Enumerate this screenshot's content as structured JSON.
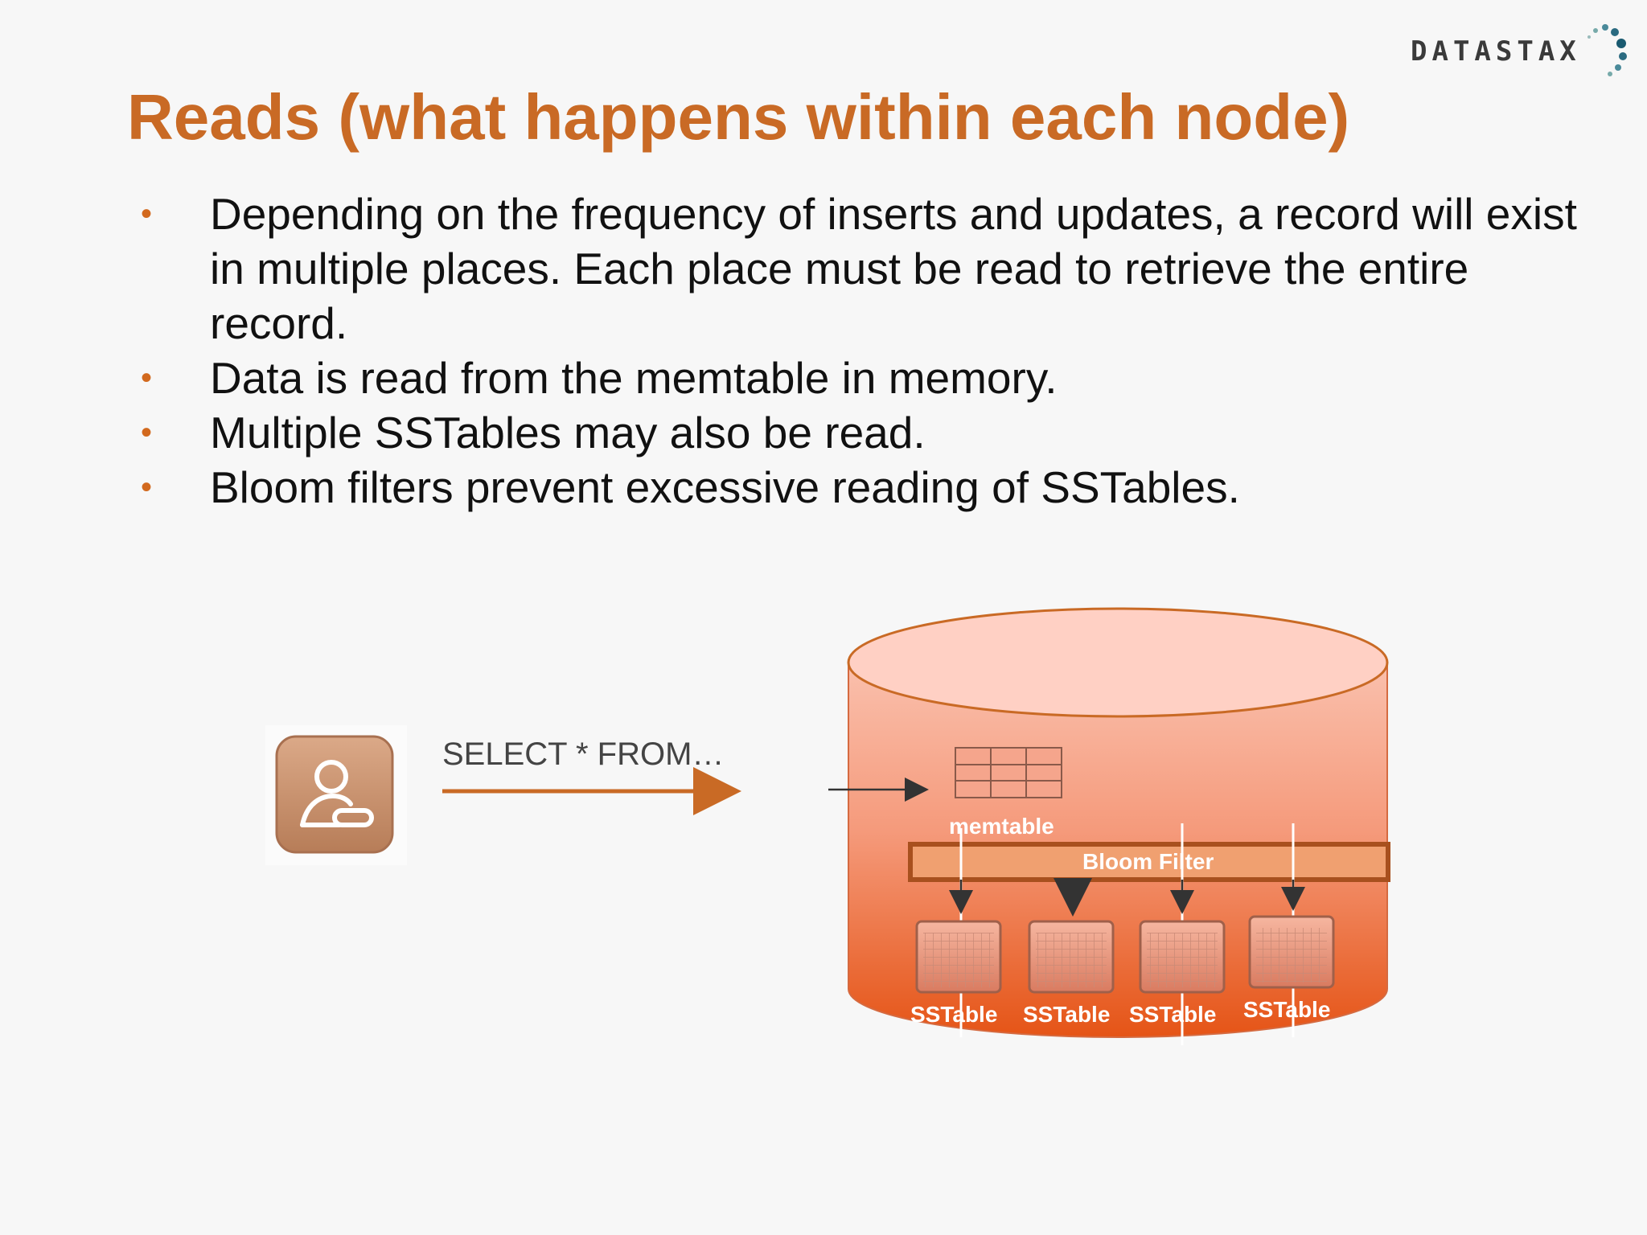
{
  "slide": {
    "title": "Reads (what happens within each node)",
    "bullet_marker": "•",
    "bullets": [
      "Depending on the frequency of inserts and updates, a record will exist in multiple places. Each place must be read to retrieve the entire record.",
      "Data is read from the memtable in memory.",
      "Multiple SSTables may also be read.",
      "Bloom filters prevent excessive reading of SSTables."
    ]
  },
  "logo": {
    "text": "DATASTAX",
    "icon": "datastax-dots-logo-icon"
  },
  "diagram": {
    "query_label": "SELECT * FROM…",
    "memtable_label": "memtable",
    "bloom_filter_label": "Bloom Filter",
    "sstables": [
      "SSTable",
      "SSTable",
      "SSTable",
      "SSTable"
    ],
    "client_icon": "user-icon",
    "colors": {
      "accent": "#c96a25",
      "cylinder_top": "#ffd0c4",
      "cylinder_bottom": "#e85a1e",
      "bloom_fill": "#f0a070",
      "bloom_border": "#a8501e",
      "user_icon_fill": "#c9906a"
    }
  }
}
